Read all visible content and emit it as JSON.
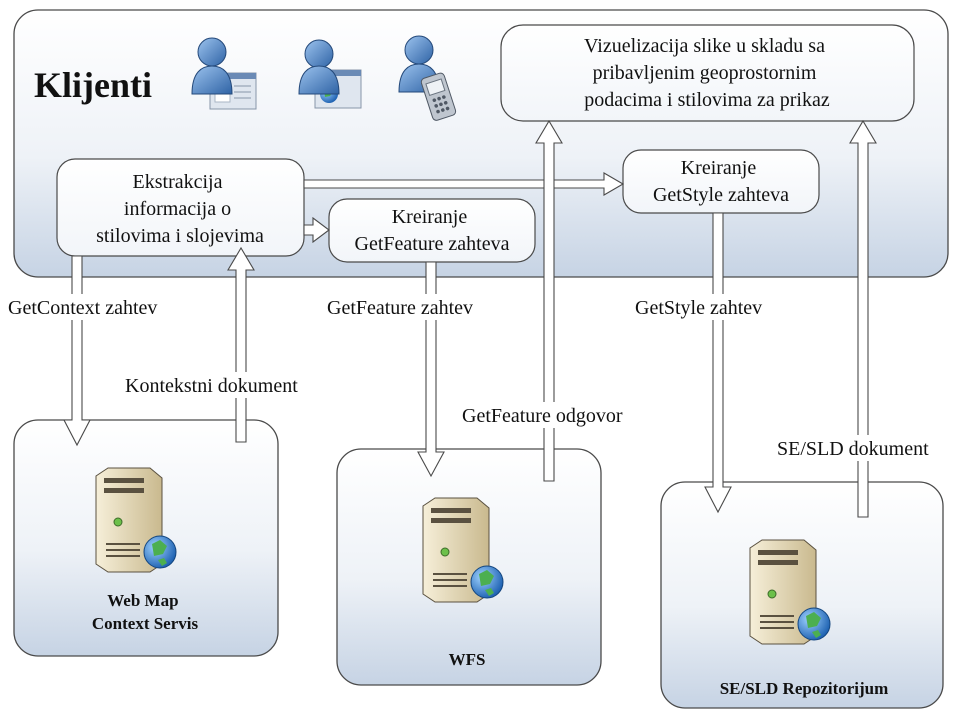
{
  "colors": {
    "panel_top": "#ffffff",
    "panel_bottom": "#c9d6e6",
    "border": "#4a4a4a",
    "arrow_fill": "#ffffff",
    "user_blue": "#5b8fc9",
    "globe": "#2f7fd0",
    "server_body": "#e8dfc4"
  },
  "client": {
    "title": "Klijenti",
    "icons": [
      "user-browser-icon",
      "user-map-icon",
      "user-phone-icon"
    ]
  },
  "boxes": {
    "extraction": [
      "Ekstrakcija",
      "informacija o",
      "stilovima i slojevima"
    ],
    "getfeature_create": [
      "Kreiranje",
      "GetFeature zahteva"
    ],
    "getstyle_create": [
      "Kreiranje",
      "GetStyle zahteva"
    ],
    "visualization": [
      "Vizuelizacija slike u skladu sa",
      "pribavljenim geoprostornim",
      "podacima i stilovima za prikaz"
    ]
  },
  "flows": {
    "getcontext_request": "GetContext zahtev",
    "context_document": "Kontekstni dokument",
    "getfeature_request": "GetFeature zahtev",
    "getfeature_response": "GetFeature odgovor",
    "getstyle_request": "GetStyle zahtev",
    "sld_document": "SE/SLD dokument"
  },
  "servers": {
    "wmc": [
      "Web Map",
      "Context Servis"
    ],
    "wfs": [
      "WFS"
    ],
    "repo": [
      "SE/SLD Repozitorijum"
    ]
  }
}
